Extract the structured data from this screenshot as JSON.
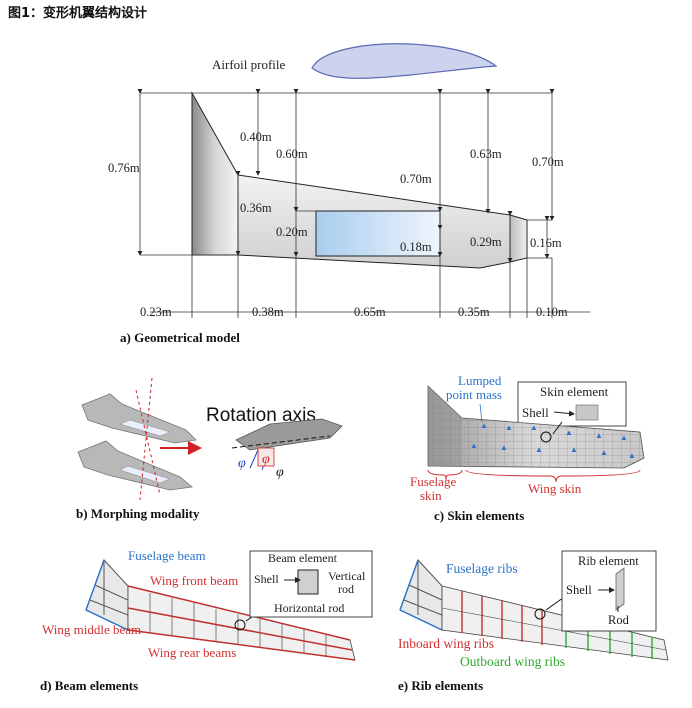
{
  "figure_title": "图1：变形机翼结构设计",
  "panel_a": {
    "airfoil_label": "Airfoil profile",
    "dims": {
      "root_height": "0.76m",
      "le_sweep_height": "0.40m",
      "chord_1": "0.60m",
      "inner_height": "0.36m",
      "window_offset": "0.20m",
      "chord_2": "0.70m",
      "window_height": "0.18m",
      "chord_3": "0.63m",
      "tip_section": "0.29m",
      "tip_chord": "0.70m",
      "tip_height": "0.16m"
    },
    "spans": [
      "0.23m",
      "0.38m",
      "0.65m",
      "0.35m",
      "0.10m"
    ],
    "caption": "a) Geometrical model"
  },
  "panel_b": {
    "rotation_label": "Rotation axis",
    "phi": "φ",
    "caption": "b) Morphing modality"
  },
  "panel_c": {
    "lumped_label_1": "Lumped",
    "lumped_label_2": "point mass",
    "inset_title": "Skin element",
    "shell_label": "Shell",
    "fuselage_label_1": "Fuselage",
    "fuselage_label_2": "skin",
    "wing_skin_label": "Wing skin",
    "caption": "c) Skin elements"
  },
  "panel_d": {
    "fuselage_beam": "Fuselage beam",
    "wing_front_beam": "Wing front beam",
    "wing_middle_beam": "Wing middle beam",
    "wing_rear_beams": "Wing rear beams",
    "inset_title": "Beam element",
    "shell_label": "Shell",
    "vertical_label_1": "Vertical",
    "vertical_label_2": "rod",
    "horizontal_label": "Horizontal rod",
    "caption": "d) Beam elements"
  },
  "panel_e": {
    "fuselage_ribs": "Fuselage ribs",
    "inboard_ribs": "Inboard wing ribs",
    "outboard_ribs": "Outboard wing ribs",
    "inset_title": "Rib element",
    "shell_label": "Shell",
    "rod_label": "Rod",
    "caption": "e) Rib elements"
  }
}
